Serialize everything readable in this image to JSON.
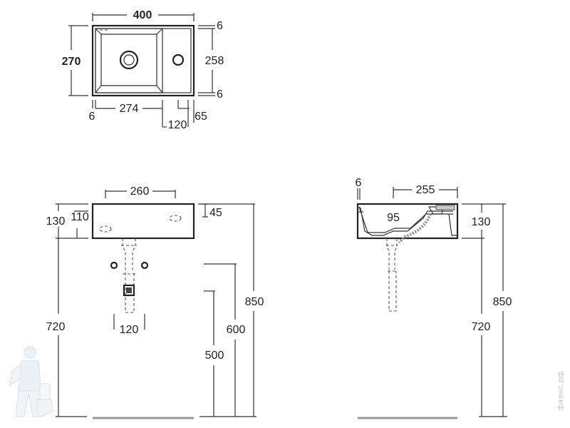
{
  "top_view": {
    "width": "400",
    "depth": "270",
    "inner_depth": "258",
    "edge_top": "6",
    "edge_bottom": "6",
    "offset_left": "6",
    "bowl_width": "274",
    "tap_spacing": "120",
    "tap_offset": "65"
  },
  "front_view": {
    "bowl_span": "260",
    "height_130": "130",
    "height_110": "110",
    "rim": "45",
    "mount_height": "720",
    "height_600": "600",
    "height_500": "500",
    "total_height": "850",
    "pipe_spacing": "120"
  },
  "side_view": {
    "wall_gap": "6",
    "depth": "255",
    "bowl_depth": "95",
    "height_130": "130",
    "mount_height": "720",
    "total_height": "850"
  },
  "watermark": {
    "text": "фаянс.рф"
  }
}
